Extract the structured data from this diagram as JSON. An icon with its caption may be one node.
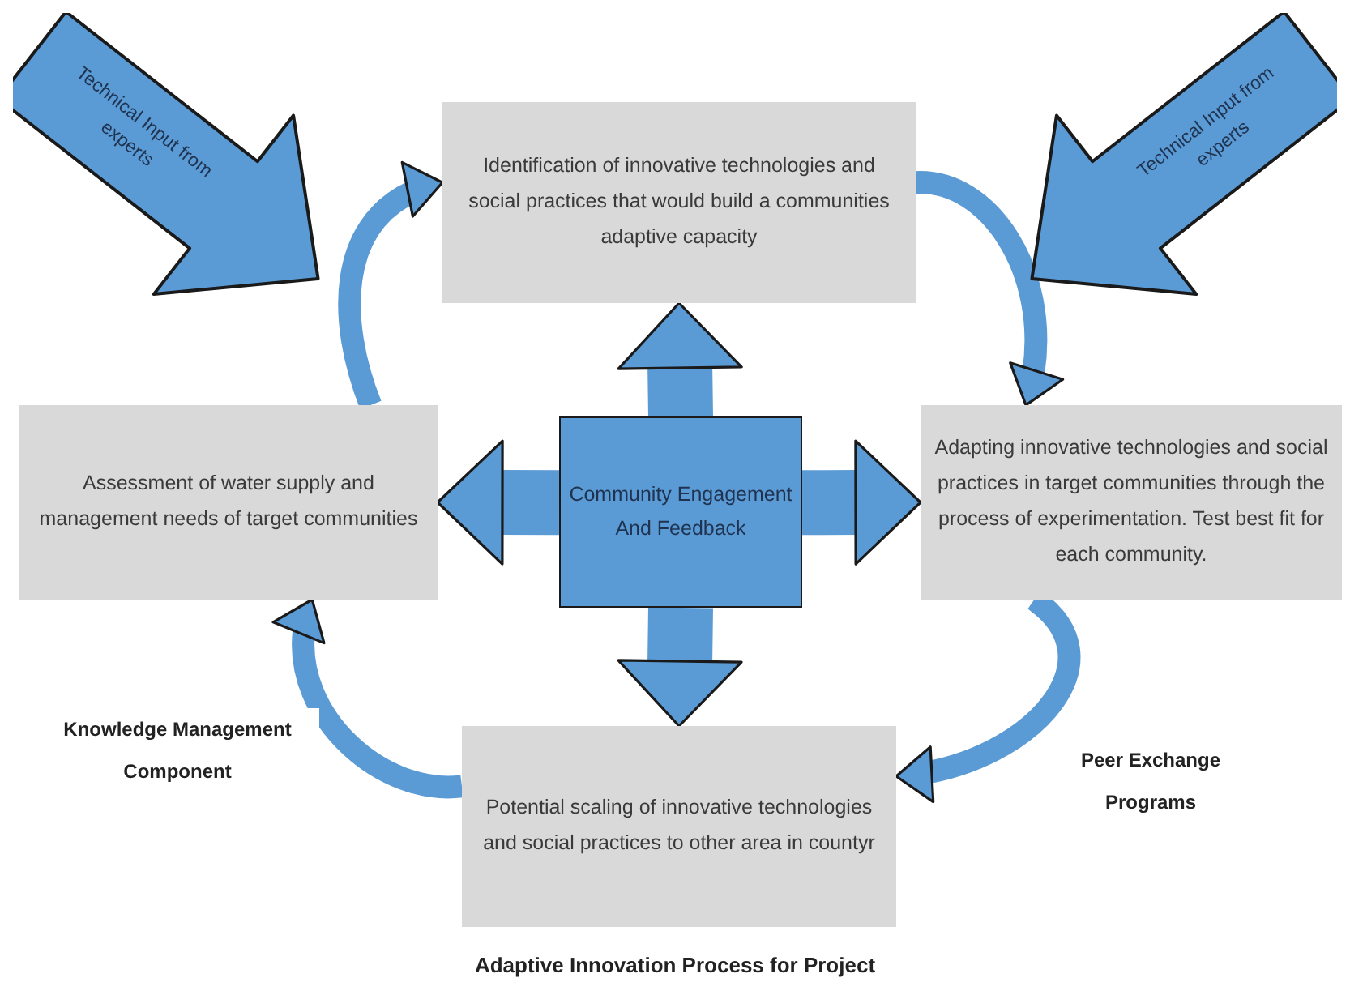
{
  "diagram": {
    "caption": "Adaptive Innovation Process for Project",
    "nodes": [
      {
        "text": [
          "Technical Input from experts"
        ]
      },
      {
        "text": [
          "Identification of innovative technologies and social practices that would build a communities adaptive capacity"
        ]
      },
      {
        "text": [
          "Technical Input from experts"
        ]
      },
      {
        "text": [
          "Assessment of water supply and management needs of target communities"
        ]
      },
      {
        "text": [
          "Community Engagement And Feedback"
        ]
      },
      {
        "text": [
          "Adapting innovative technologies and social practices in target communities through the process of experimentation. Test best fit for each community."
        ]
      },
      {
        "text": [
          "Potential scaling of innovative technologies and social practices to other area in countyr"
        ]
      }
    ],
    "edges": [
      {
        "from": 4,
        "to": 1,
        "arrow": "to"
      },
      {
        "from": 4,
        "to": 3,
        "arrow": "to"
      },
      {
        "from": 4,
        "to": 5,
        "arrow": "to"
      },
      {
        "from": 4,
        "to": 6,
        "arrow": "to"
      },
      {
        "from": 3,
        "to": 1,
        "arrow": "to"
      },
      {
        "from": 1,
        "to": 5,
        "arrow": "to"
      },
      {
        "from": 5,
        "to": 6,
        "arrow": "to",
        "label": "Peer Exchange Programs"
      },
      {
        "from": 6,
        "to": 3,
        "arrow": "to",
        "label": "Knowledge Management Component"
      }
    ]
  }
}
